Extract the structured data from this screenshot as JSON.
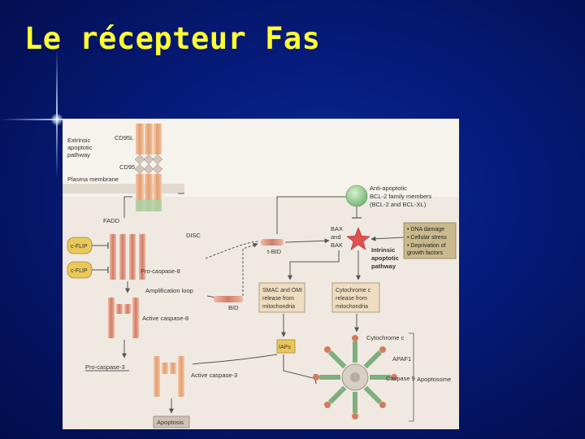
{
  "slide": {
    "title": "Le récepteur Fas"
  },
  "diagram": {
    "extrinsic_label": [
      "Extrinsic",
      "apoptotic",
      "pathway"
    ],
    "cd95l": "CD95L",
    "cd95": "CD95",
    "plasma_membrane": "Plasma membrane",
    "fadd": "FADD",
    "disc": "DISC",
    "cflip_1": "c-FLIP",
    "cflip_2": "c-FLIP",
    "pro_caspase_8": "Pro-caspase-8",
    "amplification_loop": "Amplification loop",
    "bid": "BID",
    "tbid": "t-BID",
    "active_caspase_8": "Active caspase-8",
    "pro_caspase_3": "Pro-caspase-3",
    "active_caspase_3": "Active caspase-3",
    "apoptosis": "Apoptosis",
    "anti_apoptotic": [
      "Anti-apoptotic",
      "BCL-2 family members",
      "(BCL-2 and BCL-XL)"
    ],
    "bax_bak": [
      "BAX",
      "and",
      "BAK"
    ],
    "stress_list": [
      "• DNA damage",
      "• Cellular stress",
      "• Deprivation of",
      "  growth factors"
    ],
    "intrinsic_label": [
      "Intrinsic",
      "apoptotic",
      "pathway"
    ],
    "smac_box": [
      "SMAC and OMI",
      "release from",
      "mitochondria"
    ],
    "cytc_box": [
      "Cytochrome c",
      "release from",
      "mitochondria"
    ],
    "iaps": "IAPs",
    "cytochrome_c": "Cytochrome c",
    "apaf1": "APAF1",
    "caspase_9": "Caspase 9",
    "apoptosome": "Apoptosome"
  },
  "colors": {
    "title": "#ffff33",
    "receptor": "#e8b08a",
    "caspase": "#d98c75",
    "box_fill": "#f0dcc0",
    "stress_fill": "#c8b88a",
    "green": "#8fc58f"
  }
}
